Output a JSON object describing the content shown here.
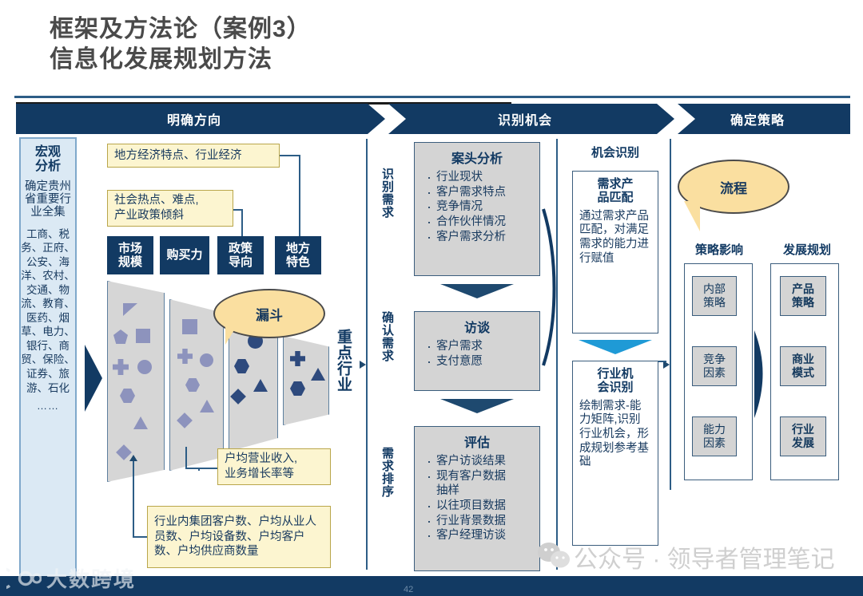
{
  "title": {
    "line1": "框架及方法论（案例3）",
    "line2": "信息化发展规划方法"
  },
  "banner": {
    "phase1": "明确方向",
    "phase2": "识别机会",
    "phase3": "确定策略"
  },
  "sidebar": {
    "heading_1": "宏观",
    "heading_2": "分析",
    "subtitle": "确定贵州省重要行业全集",
    "industries": "工商、税务、正府、公安、海洋、农村、交通、物流、教育、医药、烟草、电力、银行、商贸、保险、证券、旅游、石化",
    "ellipsis": "……"
  },
  "col1": {
    "note_top": "地方经济特点、行业经济",
    "note_second": "社会热点、难点,\n产业政策倾斜",
    "drivers": [
      "市场\n规模",
      "购买力",
      "政策\n导向",
      "地方\n特色"
    ],
    "callout_funnel": "漏斗",
    "vertical_label": "重点行业",
    "note_revenue": "户均营业收入,\n业务增长率等",
    "note_metrics": "行业内集团客户数、户均从业人员数、户均设备数、户均客户数、户均供应商数量"
  },
  "col2": {
    "stage1": "识别需求",
    "stage2": "确认需求",
    "stage3": "需求排序",
    "boxes": [
      {
        "title": "案头分析",
        "items": [
          "行业现状",
          "客户需求特点",
          "竞争情况",
          "合作伙伴情况",
          "客户需求分析"
        ]
      },
      {
        "title": "访谈",
        "items": [
          "客户需求",
          "支付意愿"
        ]
      },
      {
        "title": "评估",
        "items": [
          "客户访谈结果",
          "现有客户数据",
          "抽样",
          "以往项目数据",
          "行业背景数据",
          "客户经理访谈"
        ]
      }
    ]
  },
  "col3": {
    "heading": "机会识别",
    "box1_title": "需求产\n品匹配",
    "box1_text": "通过需求产品匹配，对满足需求的能力进行赋值",
    "box2_title": "行业机\n会识别",
    "box2_text": "绘制需求-能力矩阵,识别行业机会，形成规划参考基础"
  },
  "col4": {
    "callout_process": "流程",
    "heading_left": "策略影响",
    "heading_right": "发展规划",
    "left_items": [
      "内部\n策略",
      "竞争\n因素",
      "能力\n因素"
    ],
    "right_items": [
      "产品\n策略",
      "商业\n模式",
      "行业\n发展"
    ]
  },
  "footer": {
    "page_number": "42",
    "watermark": "公众号 · 领导者管理笔记",
    "brand": "大数跨境"
  },
  "colors": {
    "navy": "#123a63",
    "accent_blue": "#2d5d86",
    "yellow": "#fcf5d0",
    "callout_yellow": "#fadfa0",
    "light_blue": "#9cd0ea",
    "sidebar_blue": "#dbe9f4",
    "grey": "#d4d4d4",
    "shape_purple": "#8d93bd",
    "shape_dark": "#2e4a7d"
  }
}
